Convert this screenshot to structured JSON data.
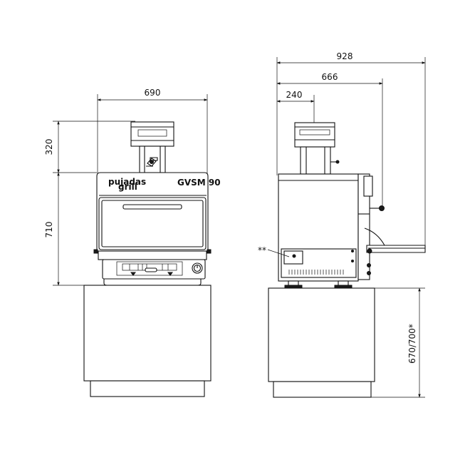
{
  "dimensions": {
    "front_width": "690",
    "front_hood_height": "320",
    "front_oven_height": "710",
    "side_total_depth": "928",
    "side_depth_to_handle": "666",
    "side_hood_offset": "240",
    "stand_height": "670/700*",
    "note_marker": "**"
  },
  "labels": {
    "brand": "pujadas",
    "brand_sub": "grill",
    "model": "GVSM 90"
  },
  "colors": {
    "line": "#111111",
    "background": "#ffffff"
  }
}
